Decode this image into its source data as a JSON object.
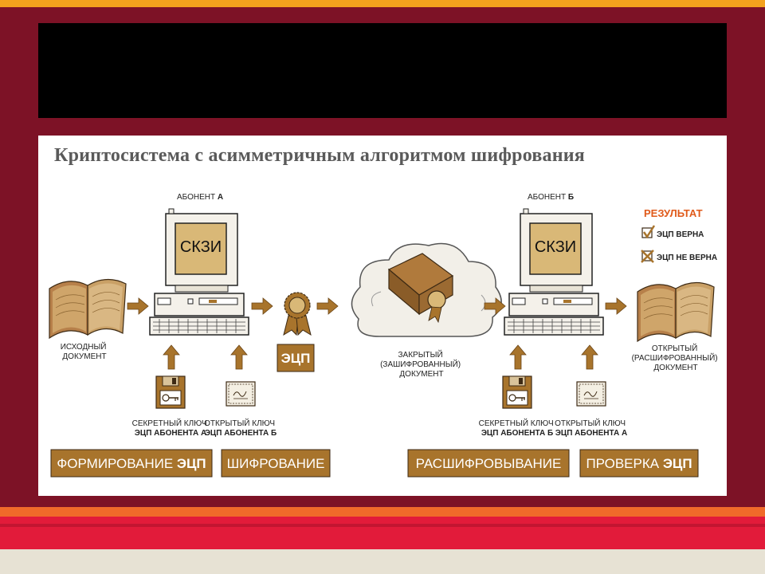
{
  "panel_title": "Криптосистема с асимметричным алгоритмом шифрования",
  "subscriber_a": {
    "label": "АБОНЕНТ",
    "letter": "А",
    "screen_text": "СКЗИ"
  },
  "subscriber_b": {
    "label": "АБОНЕНТ",
    "letter": "Б",
    "screen_text": "СКЗИ"
  },
  "source_doc": [
    "ИСХОДНЫЙ",
    "ДОКУМЕНТ"
  ],
  "closed_doc": [
    "ЗАКРЫТЫЙ",
    "(ЗАШИФРОВАННЫЙ)",
    "ДОКУМЕНТ"
  ],
  "open_doc": [
    "ОТКРЫТЫЙ",
    "(РАСШИФРОВАННЫЙ)",
    "ДОКУМЕНТ"
  ],
  "ecp_badge": "ЭЦП",
  "keys": {
    "secret_a": [
      "СЕКРЕТНЫЙ КЛЮЧ",
      "ЭЦП АБОНЕНТА А"
    ],
    "open_b": [
      "ОТКРЫТЫЙ КЛЮЧ",
      "ЭЦП АБОНЕНТА Б"
    ],
    "secret_b": [
      "СЕКРЕТНЫЙ КЛЮЧ",
      "ЭЦП АБОНЕНТА Б"
    ],
    "open_a": [
      "ОТКРЫТЫЙ КЛЮЧ",
      "ЭЦП АБОНЕНТА А"
    ]
  },
  "result": {
    "title": "РЕЗУЛЬТАТ",
    "ok": "ЭЦП ВЕРНА",
    "fail": "ЭЦП НЕ ВЕРНА"
  },
  "stages": {
    "form": {
      "text": "ФОРМИРОВАНИЕ ",
      "bold": "ЭЦП"
    },
    "encrypt": {
      "text": "ШИФРОВАНИЕ"
    },
    "decrypt": {
      "text": "РАСШИФРОВЫВАНИЕ"
    },
    "verify": {
      "text": "ПРОВЕРКА ",
      "bold": "ЭЦП"
    }
  },
  "colors": {
    "background": "#7d1226",
    "top_band": "#f3a11d",
    "orange_band": "#f06a2a",
    "red_band": "#e21b3a",
    "beige_band": "#e7e2d4",
    "accent_brown": "#a8742c",
    "result_orange": "#e05a1a"
  }
}
